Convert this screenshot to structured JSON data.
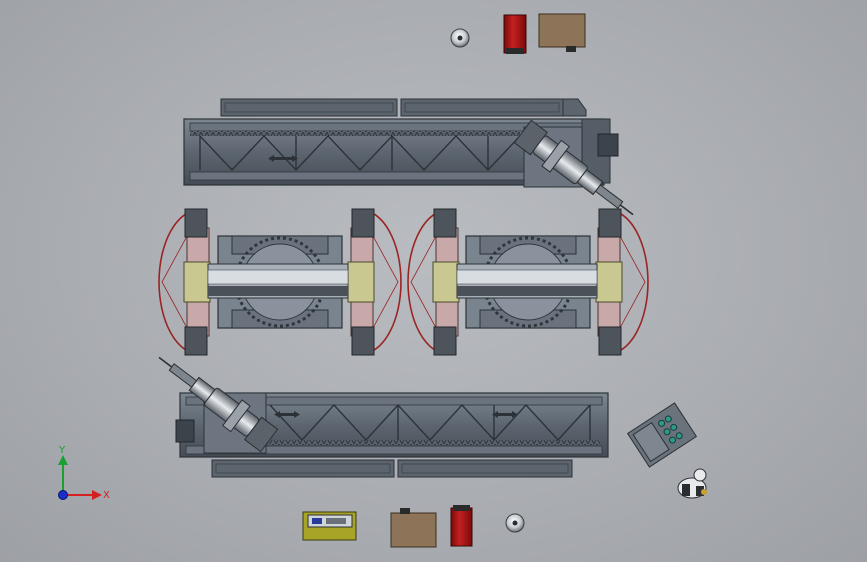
{
  "triad": {
    "y_label": "Y",
    "x_label": "X",
    "colors": {
      "x": "#d42020",
      "y": "#18a030",
      "z": "#1a2ec8"
    }
  },
  "palette": {
    "frame": "#5a6470",
    "frame_dark": "#3d454f",
    "frame_light": "#8c96a2",
    "rail": "#4c545e",
    "yellow": "#c8c890",
    "red_ring": "#9a2424",
    "pink": "#c8a8a8",
    "cabinet_red": "#b01818",
    "box_brown": "#8d7458"
  },
  "components": [
    "gantry-top",
    "gantry-bottom",
    "positioner-left",
    "positioner-right",
    "welding-robot-top",
    "welding-robot-bottom",
    "control-console",
    "operator",
    "power-cabinet-top",
    "power-cabinet-bottom",
    "wire-drum-top",
    "wire-drum-bottom",
    "welder-box-top",
    "welder-box-bottom",
    "control-panel-bottom"
  ]
}
